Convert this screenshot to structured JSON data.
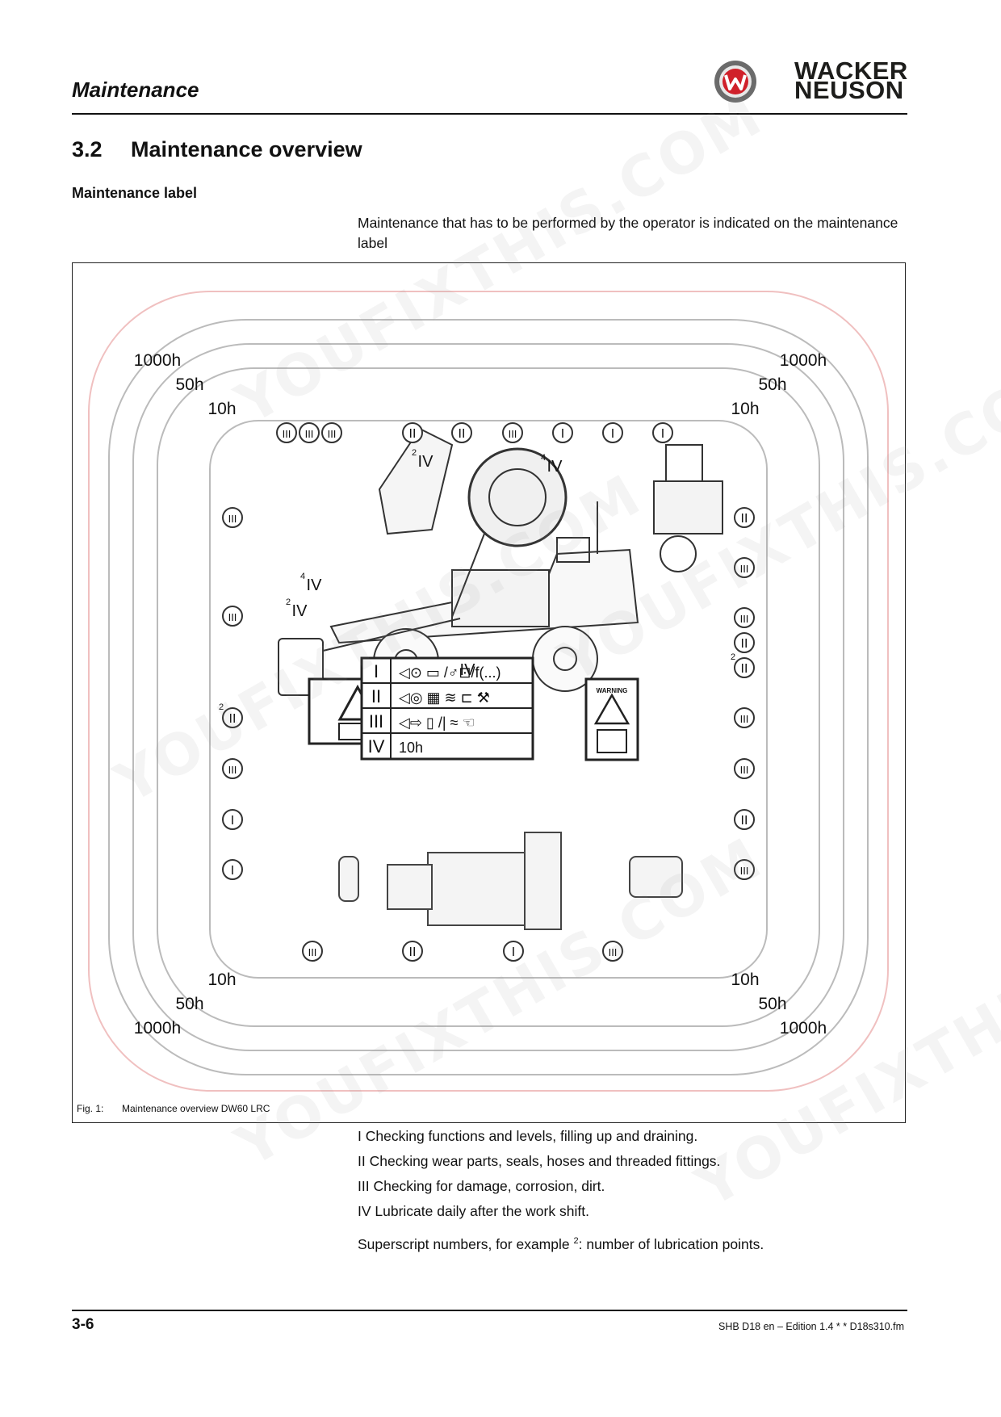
{
  "header": {
    "title": "Maintenance"
  },
  "logo": {
    "line1": "WACKER",
    "line2": "NEUSON",
    "colors": {
      "red": "#d0202a",
      "ring": "#555555"
    }
  },
  "section": {
    "number": "3.2",
    "title": "Maintenance overview"
  },
  "subheading": "Maintenance label",
  "intro_text": "Maintenance that has to be performed by the operator is indicated on the maintenance label",
  "figure": {
    "label": "Fig. 1:",
    "caption": "Maintenance overview DW60 LRC",
    "interval_rings": [
      "1000h",
      "50h",
      "10h"
    ],
    "top_row_markers": [
      "III",
      "III",
      "III",
      "II",
      "II",
      "III",
      "I",
      "I",
      "I"
    ],
    "left_column_markers": [
      "III",
      "III",
      "II",
      "III",
      "I",
      "I"
    ],
    "left_superscripts": {
      "gear_oil": "2"
    },
    "right_column_markers": [
      "II",
      "III",
      "III",
      "II",
      "II",
      "III",
      "III",
      "II",
      "III"
    ],
    "right_superscripts": {
      "eye": "2"
    },
    "bottom_row_markers": [
      "III",
      "II",
      "I",
      "III"
    ],
    "lubrication_markers": [
      {
        "label": "IV",
        "sup": "2"
      },
      {
        "label": "IV",
        "sup": "4"
      },
      {
        "label": "IV",
        "sup": "4"
      },
      {
        "label": "IV",
        "sup": "2"
      },
      {
        "label": "IV",
        "sup": ""
      }
    ],
    "table_rows": [
      {
        "level": "I",
        "symbols": "◁⊙ ▭ /♂⊡/f(...)"
      },
      {
        "level": "II",
        "symbols": "◁◎ ▦ ≋ ⊏ ⚒"
      },
      {
        "level": "III",
        "symbols": "◁⇨ ▯ /| ≈ ☜"
      },
      {
        "level": "IV",
        "symbols": "10h"
      }
    ],
    "warning_label": "WARNING"
  },
  "legend": [
    "I Checking functions and levels, filling up and draining.",
    "II Checking wear parts, seals, hoses and threaded fittings.",
    "III Checking for damage, corrosion, dirt.",
    "IV Lubricate daily after the work shift."
  ],
  "superscript_note": {
    "before": "Superscript numbers, for example ",
    "sup": "2",
    "after": ": number of lubrication points."
  },
  "footer": {
    "page": "3-6",
    "reference": "SHB D18 en – Edition 1.4 * * D18s310.fm"
  },
  "watermark_text": [
    "YOUFIXTHIS.COM"
  ]
}
